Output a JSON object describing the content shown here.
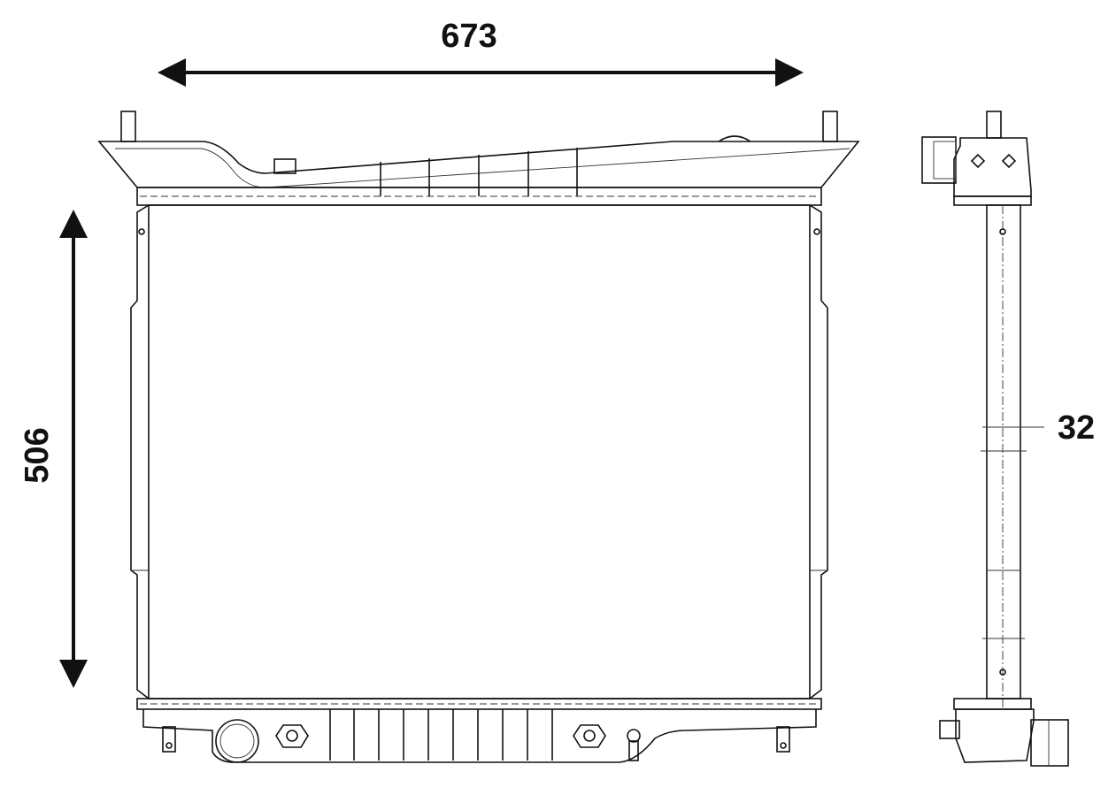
{
  "dimensions": {
    "width": "673",
    "height": "506",
    "depth": "32"
  }
}
